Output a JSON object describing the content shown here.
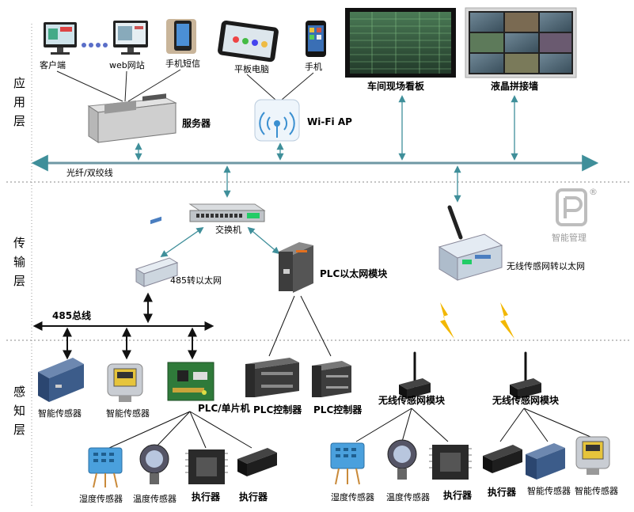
{
  "layers": {
    "application": [
      "应",
      "用",
      "层"
    ],
    "transport": [
      "传",
      "输",
      "层"
    ],
    "perception": [
      "感",
      "知",
      "层"
    ]
  },
  "app": {
    "client": "客户端",
    "web": "web网站",
    "sms": "手机短信",
    "tablet": "平板电脑",
    "phone": "手机",
    "board": "车间现场看板",
    "lcd": "液晶拼接墙",
    "server": "服务器",
    "wifi": "Wi-Fi AP"
  },
  "bus": {
    "fiber": "光纤/双绞线",
    "rs485": "485总线"
  },
  "transport": {
    "switch": "交换机",
    "conv485": "485转以太网",
    "plc_eth": "PLC以太网模块",
    "wireless_gw": "无线传感网转以太网"
  },
  "perception": {
    "smart1": "智能传感器",
    "smart2": "智能传感器",
    "plc_mcu": "PLC/单片机",
    "plc_ctrl1": "PLC控制器",
    "plc_ctrl2": "PLC控制器",
    "wl_mod1": "无线传感网模块",
    "wl_mod2": "无线传感网模块",
    "hum1": "湿度传感器",
    "temp1": "温度传感器",
    "act1": "执行器",
    "act2": "执行器",
    "hum2": "湿度传感器",
    "temp2": "温度传感器",
    "act3": "执行器",
    "act4": "执行器",
    "smart3": "智能传感器",
    "smart4": "智能传感器"
  },
  "logo": {
    "text": "智能管理",
    "mark": "®"
  },
  "colors": {
    "bus": "#6f98a4",
    "arrow_teal": "#3f8f9a",
    "bolt": "#f2b700",
    "layer_divider": "#888888"
  }
}
